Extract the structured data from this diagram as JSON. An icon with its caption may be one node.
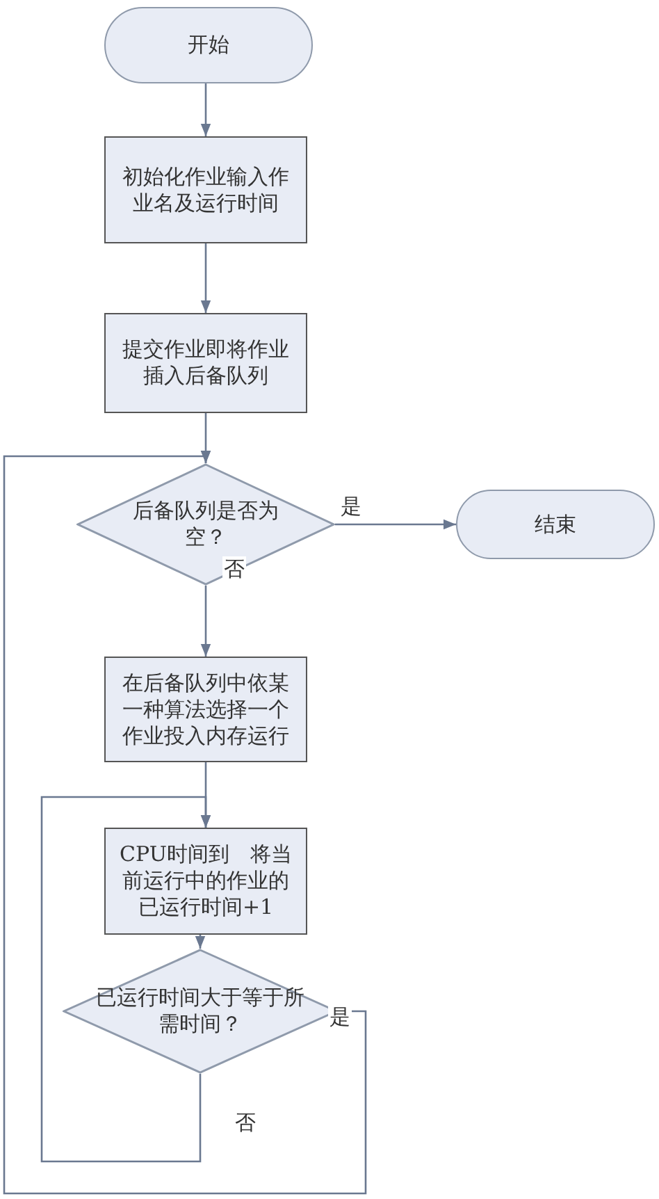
{
  "diagram": {
    "nodes": [
      {
        "text": [
          "开始"
        ]
      },
      {
        "text": [
          "初始化作业输入作业名及运行时间"
        ]
      },
      {
        "text": [
          "提交作业即将作业插入后备队列"
        ]
      },
      {
        "text": [
          "后备队列是否为空？"
        ]
      },
      {
        "text": [
          "结束"
        ]
      },
      {
        "text": [
          "在后备队列中依某一种算法选择一个作业投入内存运行"
        ]
      },
      {
        "text": [
          "CPU时间到　将当前运行中的作业的已运行时间+1"
        ]
      },
      {
        "text": [
          "已运行时间大于等于所需时间？"
        ]
      }
    ],
    "edges": [
      {
        "from": 0,
        "to": 1,
        "arrow": "to"
      },
      {
        "from": 1,
        "to": 2,
        "arrow": "to"
      },
      {
        "from": 2,
        "to": 3,
        "arrow": "to"
      },
      {
        "from": 3,
        "to": 4,
        "arrow": "to",
        "label": "是"
      },
      {
        "from": 3,
        "to": 5,
        "arrow": "to",
        "label": "否"
      },
      {
        "from": 5,
        "to": 6,
        "arrow": "to"
      },
      {
        "from": 6,
        "to": 7,
        "arrow": "to"
      },
      {
        "from": 7,
        "to": 6,
        "arrow": "to",
        "label": "否"
      },
      {
        "from": 7,
        "to": 3,
        "arrow": "to",
        "label": "是"
      }
    ]
  }
}
